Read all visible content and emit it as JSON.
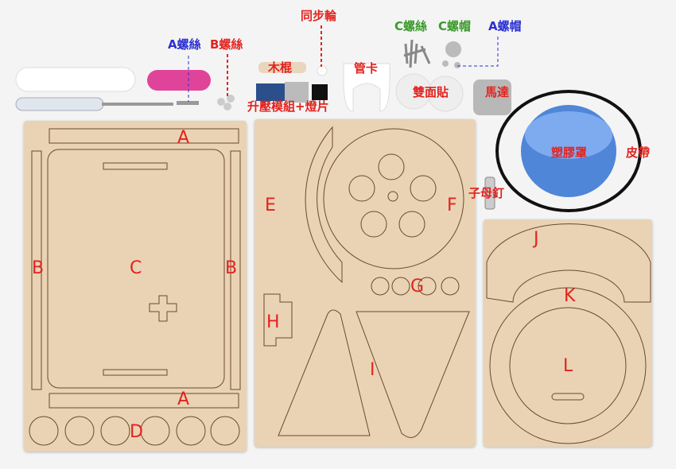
{
  "labels": {
    "a_screw": "A螺絲",
    "b_screw": "B螺絲",
    "wood_stick": "木棍",
    "sync_wheel": "同步輪",
    "boost_module": "升壓模組+燈片",
    "pipe_clip": "管卡",
    "c_screw": "C螺絲",
    "c_nut": "C螺帽",
    "a_nut": "A螺帽",
    "double_tape": "雙面貼",
    "motor": "馬達",
    "plastic_cover": "塑膠罩",
    "belt": "皮帶",
    "rivet": "子母釘"
  },
  "parts": {
    "a_top": "A",
    "a_bottom": "A",
    "b_left": "B",
    "b_right": "B",
    "c": "C",
    "d": "D",
    "e": "E",
    "f": "F",
    "g": "G",
    "h": "H",
    "i": "I",
    "j": "J",
    "k": "K",
    "l": "L"
  },
  "colors": {
    "red": "#e3231f",
    "blue": "#2a2fd0",
    "green": "#3a9a2a",
    "wood": "#e9d3b4"
  }
}
